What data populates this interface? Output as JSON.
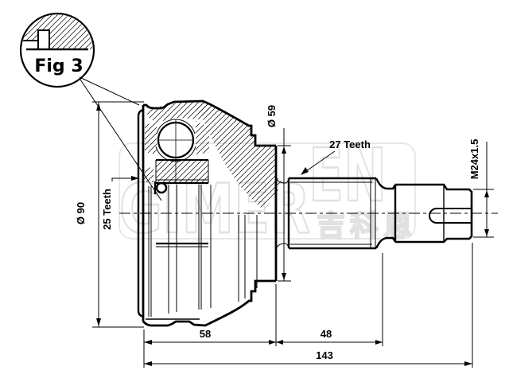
{
  "figure": {
    "balloon_label": "Fig 3"
  },
  "callouts": {
    "outer_diameter": "Ø 90",
    "bore_spline": "25 Teeth",
    "stub_diameter": "Ø 59",
    "shaft_spline": "27 Teeth",
    "thread": "M24x1.5"
  },
  "lengths": {
    "body": "58",
    "shaft": "48",
    "overall": "143"
  },
  "watermark": {
    "row1": "GIMER",
    "row2": "EN",
    "cjk": "吉科恩"
  },
  "colors": {
    "line": "#000000",
    "background": "#ffffff",
    "watermark": "#cccccc"
  }
}
